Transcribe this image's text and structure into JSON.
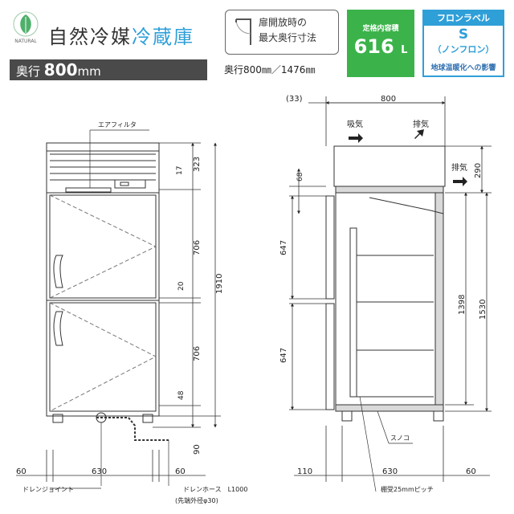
{
  "header": {
    "logo_text": "NATURAL",
    "title_prefix": "自然冷媒",
    "title_accent": "冷蔵庫",
    "depth_label": "奥行",
    "depth_value": "800",
    "depth_unit": "mm",
    "door_open_line1": "扉開放時の",
    "door_open_line2": "最大奥行寸法",
    "door_open_dims": "奥行800㎜／1476㎜",
    "capacity_label": "定格内容積",
    "capacity_value": "616",
    "capacity_unit": "L",
    "fluoro_label": "フロンラベル",
    "fluoro_grade": "S",
    "fluoro_sub": "（ノンフロン）",
    "fluoro_footer": "地球温暖化への影響"
  },
  "front_view": {
    "air_filter_label": "エアフィルタ",
    "dims_right": [
      "17",
      "323",
      "706",
      "20",
      "706",
      "48",
      "90"
    ],
    "dim_total_height": "1910",
    "dims_bottom": [
      "60",
      "630",
      "60"
    ],
    "drain_joint_label": "ドレンジョイント",
    "drain_hose_label": "ドレンホース　L1000",
    "drain_hose_sub": "(先端外径φ30)"
  },
  "side_view": {
    "dim_top_offset": "(33)",
    "dim_top_width": "800",
    "intake_label": "吸気",
    "exhaust_label_top": "排気",
    "exhaust_label_side": "排気",
    "dims_left": [
      "68",
      "647",
      "647"
    ],
    "dims_right": [
      "290",
      "1398",
      "1530"
    ],
    "drainboard_label": "スノコ",
    "shelf_label": "棚受25mmピッチ",
    "dims_bottom": [
      "110",
      "630",
      "60"
    ]
  },
  "colors": {
    "accent_blue": "#2f9fd8",
    "capacity_green": "#3bb34a",
    "depth_bar": "#4a4a4a"
  }
}
